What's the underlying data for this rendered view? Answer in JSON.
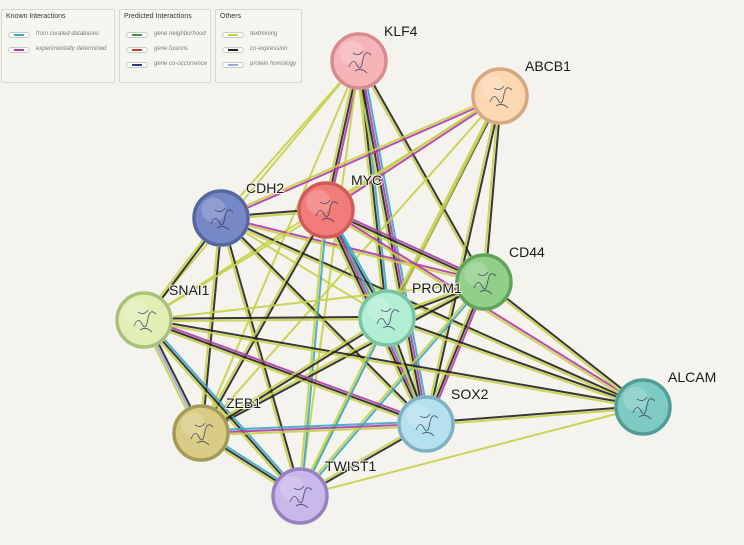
{
  "legend": {
    "known": {
      "title": "Known Interactions",
      "items": [
        {
          "label": "from curated databases",
          "color": "#3aa9c7"
        },
        {
          "label": "experimentally determined",
          "color": "#b33aa8"
        }
      ]
    },
    "predicted": {
      "title": "Predicted Interactions",
      "items": [
        {
          "label": "gene neighborhood",
          "color": "#3f9a3f"
        },
        {
          "label": "gene fusions",
          "color": "#c8402a"
        },
        {
          "label": "gene co-occurrence",
          "color": "#283a8a"
        }
      ]
    },
    "others": {
      "title": "Others",
      "items": [
        {
          "label": "textmining",
          "color": "#c5d045"
        },
        {
          "label": "co-expression",
          "color": "#222222"
        },
        {
          "label": "protein homology",
          "color": "#9aa4dd"
        }
      ]
    }
  },
  "nodes": [
    {
      "id": "KLF4",
      "label": "KLF4",
      "color": "#f5b5b8",
      "border": "#d98a90"
    },
    {
      "id": "ABCB1",
      "label": "ABCB1",
      "color": "#fbd7b2",
      "border": "#d7a77f"
    },
    {
      "id": "CDH2",
      "label": "CDH2",
      "color": "#7788c6",
      "border": "#56669f"
    },
    {
      "id": "MYC",
      "label": "MYC",
      "color": "#f27c7a",
      "border": "#cf5a58"
    },
    {
      "id": "CD44",
      "label": "CD44",
      "color": "#92d08a",
      "border": "#5fa35a"
    },
    {
      "id": "SNAI1",
      "label": "SNAI1",
      "color": "#e1efb6",
      "border": "#a9c07a"
    },
    {
      "id": "PROM1",
      "label": "PROM1",
      "color": "#b2eed4",
      "border": "#75c5a0"
    },
    {
      "id": "ALCAM",
      "label": "ALCAM",
      "color": "#7fcbc3",
      "border": "#4f9d95"
    },
    {
      "id": "ZEB1",
      "label": "ZEB1",
      "color": "#d8cc86",
      "border": "#a39a55"
    },
    {
      "id": "SOX2",
      "label": "SOX2",
      "color": "#b5e1ee",
      "border": "#7eb1c4"
    },
    {
      "id": "TWIST1",
      "label": "TWIST1",
      "color": "#c9b8ea",
      "border": "#9680c2"
    }
  ],
  "edges": [
    {
      "source": "KLF4",
      "target": "CDH2",
      "types": [
        "textmining"
      ]
    },
    {
      "source": "KLF4",
      "target": "MYC",
      "types": [
        "experimentally determined",
        "co-expression",
        "textmining"
      ]
    },
    {
      "source": "KLF4",
      "target": "PROM1",
      "types": [
        "from curated databases",
        "co-expression",
        "textmining"
      ]
    },
    {
      "source": "KLF4",
      "target": "SOX2",
      "types": [
        "from curated databases",
        "experimentally determined",
        "co-expression",
        "textmining"
      ]
    },
    {
      "source": "KLF4",
      "target": "CD44",
      "types": [
        "co-expression",
        "textmining"
      ]
    },
    {
      "source": "KLF4",
      "target": "SNAI1",
      "types": [
        "textmining"
      ]
    },
    {
      "source": "KLF4",
      "target": "ZEB1",
      "types": [
        "textmining"
      ]
    },
    {
      "source": "KLF4",
      "target": "TWIST1",
      "types": [
        "textmining"
      ]
    },
    {
      "source": "ABCB1",
      "target": "MYC",
      "types": [
        "experimentally determined",
        "textmining"
      ]
    },
    {
      "source": "ABCB1",
      "target": "CDH2",
      "types": [
        "experimentally determined",
        "textmining"
      ]
    },
    {
      "source": "ABCB1",
      "target": "CD44",
      "types": [
        "co-expression",
        "textmining"
      ]
    },
    {
      "source": "ABCB1",
      "target": "PROM1",
      "types": [
        "co-expression",
        "textmining"
      ]
    },
    {
      "source": "ABCB1",
      "target": "SOX2",
      "types": [
        "co-expression",
        "textmining"
      ]
    },
    {
      "source": "ABCB1",
      "target": "ZEB1",
      "types": [
        "textmining"
      ]
    },
    {
      "source": "ABCB1",
      "target": "TWIST1",
      "types": [
        "textmining"
      ]
    },
    {
      "source": "ABCB1",
      "target": "SNAI1",
      "types": [
        "textmining"
      ]
    },
    {
      "source": "CDH2",
      "target": "MYC",
      "types": [
        "co-expression",
        "textmining"
      ]
    },
    {
      "source": "CDH2",
      "target": "SNAI1",
      "types": [
        "co-expression",
        "textmining"
      ]
    },
    {
      "source": "CDH2",
      "target": "ZEB1",
      "types": [
        "co-expression",
        "textmining"
      ]
    },
    {
      "source": "CDH2",
      "target": "TWIST1",
      "types": [
        "co-expression",
        "textmining"
      ]
    },
    {
      "source": "CDH2",
      "target": "SOX2",
      "types": [
        "co-expression",
        "textmining"
      ]
    },
    {
      "source": "CDH2",
      "target": "PROM1",
      "types": [
        "textmining"
      ]
    },
    {
      "source": "CDH2",
      "target": "CD44",
      "types": [
        "experimentally determined",
        "textmining"
      ]
    },
    {
      "source": "CDH2",
      "target": "ALCAM",
      "types": [
        "co-expression",
        "textmining"
      ]
    },
    {
      "source": "MYC",
      "target": "CD44",
      "types": [
        "experimentally determined",
        "co-expression",
        "textmining"
      ]
    },
    {
      "source": "MYC",
      "target": "PROM1",
      "types": [
        "from curated databases",
        "co-expression",
        "textmining"
      ]
    },
    {
      "source": "MYC",
      "target": "SOX2",
      "types": [
        "from curated databases",
        "experimentally determined",
        "co-expression",
        "textmining"
      ]
    },
    {
      "source": "MYC",
      "target": "SNAI1",
      "types": [
        "textmining"
      ]
    },
    {
      "source": "MYC",
      "target": "ZEB1",
      "types": [
        "co-expression",
        "textmining"
      ]
    },
    {
      "source": "MYC",
      "target": "TWIST1",
      "types": [
        "from curated databases",
        "textmining"
      ]
    },
    {
      "source": "MYC",
      "target": "ALCAM",
      "types": [
        "experimentally determined",
        "textmining"
      ]
    },
    {
      "source": "CD44",
      "target": "PROM1",
      "types": [
        "co-expression",
        "textmining"
      ]
    },
    {
      "source": "CD44",
      "target": "SOX2",
      "types": [
        "experimentally determined",
        "co-expression",
        "textmining"
      ]
    },
    {
      "source": "CD44",
      "target": "SNAI1",
      "types": [
        "textmining"
      ]
    },
    {
      "source": "CD44",
      "target": "ZEB1",
      "types": [
        "co-expression",
        "textmining"
      ]
    },
    {
      "source": "CD44",
      "target": "TWIST1",
      "types": [
        "from curated databases",
        "textmining"
      ]
    },
    {
      "source": "CD44",
      "target": "ALCAM",
      "types": [
        "co-expression",
        "textmining"
      ]
    },
    {
      "source": "SNAI1",
      "target": "ZEB1",
      "types": [
        "co-expression",
        "protein homology",
        "textmining"
      ]
    },
    {
      "source": "SNAI1",
      "target": "TWIST1",
      "types": [
        "from curated databases",
        "co-expression",
        "textmining"
      ]
    },
    {
      "source": "SNAI1",
      "target": "SOX2",
      "types": [
        "experimentally determined",
        "co-expression",
        "textmining"
      ]
    },
    {
      "source": "SNAI1",
      "target": "PROM1",
      "types": [
        "co-expression",
        "textmining"
      ]
    },
    {
      "source": "SNAI1",
      "target": "ALCAM",
      "types": [
        "co-expression",
        "textmining"
      ]
    },
    {
      "source": "PROM1",
      "target": "SOX2",
      "types": [
        "co-expression",
        "textmining"
      ]
    },
    {
      "source": "PROM1",
      "target": "ZEB1",
      "types": [
        "co-expression",
        "textmining"
      ]
    },
    {
      "source": "PROM1",
      "target": "TWIST1",
      "types": [
        "from curated databases",
        "textmining"
      ]
    },
    {
      "source": "PROM1",
      "target": "ALCAM",
      "types": [
        "co-expression",
        "textmining"
      ]
    },
    {
      "source": "ZEB1",
      "target": "TWIST1",
      "types": [
        "from curated databases",
        "co-expression",
        "textmining"
      ]
    },
    {
      "source": "ZEB1",
      "target": "SOX2",
      "types": [
        "from curated databases",
        "experimentally determined",
        "textmining"
      ]
    },
    {
      "source": "SOX2",
      "target": "TWIST1",
      "types": [
        "co-expression",
        "textmining"
      ]
    },
    {
      "source": "SOX2",
      "target": "ALCAM",
      "types": [
        "co-expression",
        "textmining"
      ]
    },
    {
      "source": "TWIST1",
      "target": "ALCAM",
      "types": [
        "textmining"
      ]
    }
  ]
}
